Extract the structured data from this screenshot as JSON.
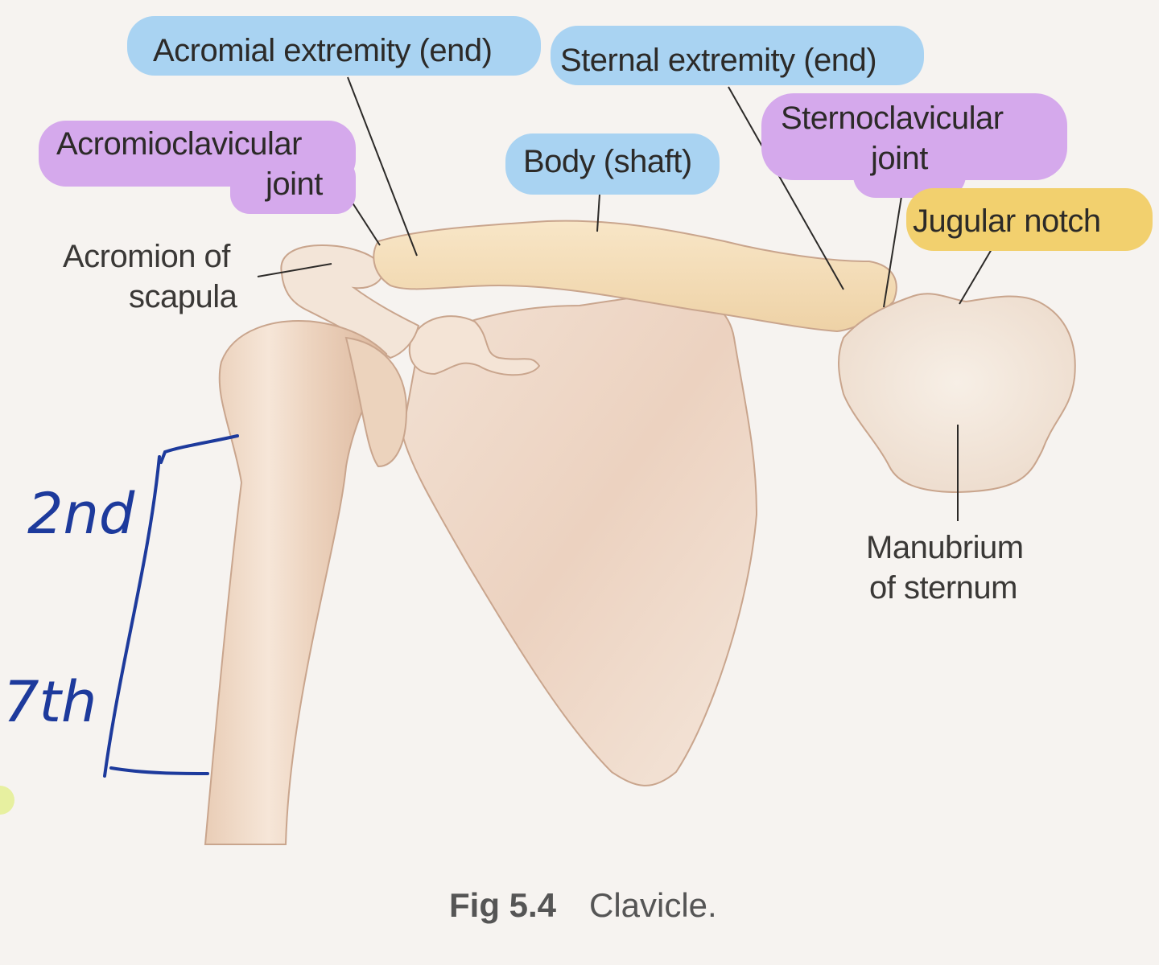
{
  "labels": {
    "acromial_extremity": "Acromial extremity (end)",
    "sternal_extremity": "Sternal extremity (end)",
    "acromioclavicular_line1": "Acromioclavicular",
    "acromioclavicular_line2": "joint",
    "body_shaft": "Body (shaft)",
    "sternoclavicular_line1": "Sternoclavicular",
    "sternoclavicular_line2": "joint",
    "jugular_notch": "Jugular notch",
    "acromion_line1": "Acromion of",
    "acromion_line2": "scapula",
    "manubrium_line1": "Manubrium",
    "manubrium_line2": "of sternum"
  },
  "caption": {
    "fig_number": "Fig 5.4",
    "title": "Clavicle."
  },
  "handwriting": {
    "top": "2nd",
    "bottom": "7th"
  },
  "colors": {
    "highlight_blue": "#a9d3f2",
    "highlight_purple": "#d5a9ec",
    "highlight_yellow": "#f2d06e",
    "bone": "#f1dfcb",
    "clavicle": "#f3dcb4",
    "ink": "#1d3a9c"
  }
}
